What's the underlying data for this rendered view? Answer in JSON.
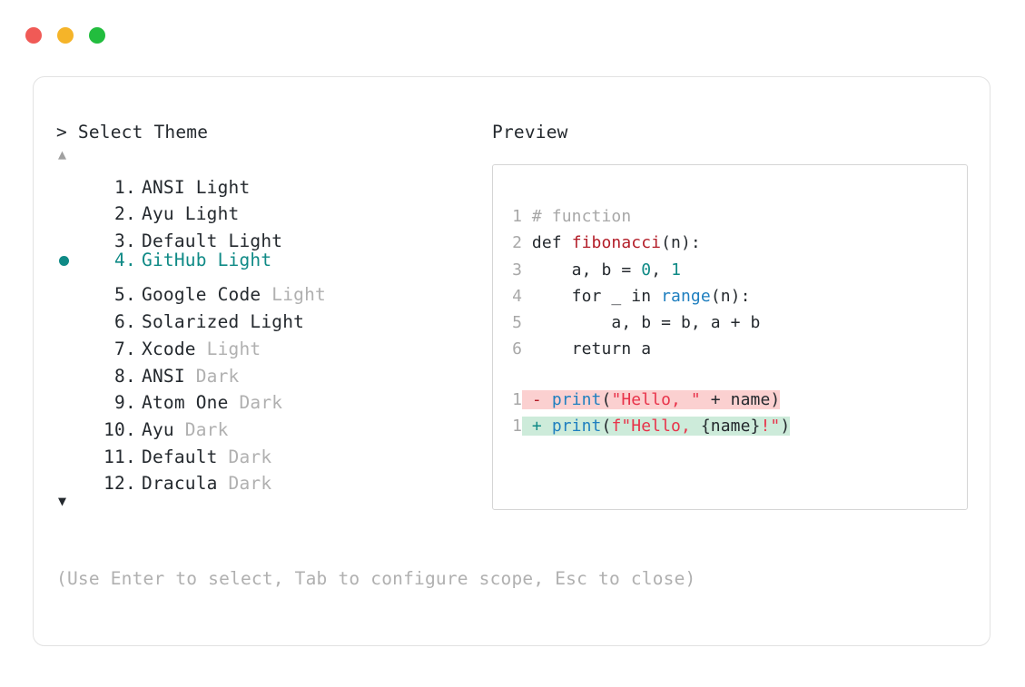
{
  "window": {
    "dots": [
      {
        "name": "close-dot",
        "color": "#f05a56"
      },
      {
        "name": "minimize-dot",
        "color": "#f5b429"
      },
      {
        "name": "maximize-dot",
        "color": "#22bd3e"
      }
    ]
  },
  "left": {
    "prompt": "> Select Theme",
    "scroll_up": "▲",
    "scroll_down": "▼",
    "selected_index": 4,
    "themes": [
      {
        "num": " 1",
        "name": "ANSI",
        "variant": "Light",
        "variant_muted": false
      },
      {
        "num": " 2",
        "name": "Ayu",
        "variant": "Light",
        "variant_muted": false
      },
      {
        "num": " 3",
        "name": "Default",
        "variant": "Light",
        "variant_muted": false
      },
      {
        "num": " 4",
        "name": "GitHub",
        "variant": "Light",
        "variant_muted": false
      },
      {
        "num": " 5",
        "name": "Google Code",
        "variant": "Light",
        "variant_muted": true
      },
      {
        "num": " 6",
        "name": "Solarized",
        "variant": "Light",
        "variant_muted": false
      },
      {
        "num": " 7",
        "name": "Xcode",
        "variant": "Light",
        "variant_muted": true
      },
      {
        "num": " 8",
        "name": "ANSI",
        "variant": "Dark",
        "variant_muted": true
      },
      {
        "num": " 9",
        "name": "Atom One",
        "variant": "Dark",
        "variant_muted": true
      },
      {
        "num": "10",
        "name": "Ayu",
        "variant": "Dark",
        "variant_muted": true
      },
      {
        "num": "11",
        "name": "Default",
        "variant": "Dark",
        "variant_muted": true
      },
      {
        "num": "12",
        "name": "Dracula",
        "variant": "Dark",
        "variant_muted": true
      }
    ],
    "hint": "(Use Enter to select, Tab to configure scope, Esc to close)"
  },
  "right": {
    "label": "Preview",
    "code": [
      {
        "ln": "1",
        "tokens": [
          {
            "t": " # function",
            "c": "c-comment"
          }
        ]
      },
      {
        "ln": "2",
        "tokens": [
          {
            "t": " def ",
            "c": "c-kw"
          },
          {
            "t": "fibonacci",
            "c": "c-fn"
          },
          {
            "t": "(n):",
            "c": "c-plain"
          }
        ]
      },
      {
        "ln": "3",
        "tokens": [
          {
            "t": "     a, b = ",
            "c": "c-plain"
          },
          {
            "t": "0",
            "c": "c-num"
          },
          {
            "t": ", ",
            "c": "c-plain"
          },
          {
            "t": "1",
            "c": "c-num"
          }
        ]
      },
      {
        "ln": "4",
        "tokens": [
          {
            "t": "     for _ in ",
            "c": "c-plain"
          },
          {
            "t": "range",
            "c": "c-builtin"
          },
          {
            "t": "(n):",
            "c": "c-plain"
          }
        ]
      },
      {
        "ln": "5",
        "tokens": [
          {
            "t": "         a, b = b, a + b",
            "c": "c-plain"
          }
        ]
      },
      {
        "ln": "6",
        "tokens": [
          {
            "t": "     return a",
            "c": "c-plain"
          }
        ]
      },
      {
        "ln": "",
        "tokens": [],
        "blank": true
      },
      {
        "ln": "1",
        "hl": "diff-del",
        "tokens": [
          {
            "t": " - ",
            "c": "m-del"
          },
          {
            "t": "print",
            "c": "c-print"
          },
          {
            "t": "(",
            "c": "c-plain"
          },
          {
            "t": "\"Hello, \"",
            "c": "c-str"
          },
          {
            "t": " + name)",
            "c": "c-plain"
          }
        ]
      },
      {
        "ln": "1",
        "hl": "diff-add",
        "tokens": [
          {
            "t": " + ",
            "c": "m-add"
          },
          {
            "t": "print",
            "c": "c-print"
          },
          {
            "t": "(",
            "c": "c-plain"
          },
          {
            "t": "f\"Hello, ",
            "c": "c-str"
          },
          {
            "t": "{name}",
            "c": "c-plain"
          },
          {
            "t": "!\"",
            "c": "c-str"
          },
          {
            "t": ")",
            "c": "c-plain"
          }
        ]
      }
    ]
  }
}
